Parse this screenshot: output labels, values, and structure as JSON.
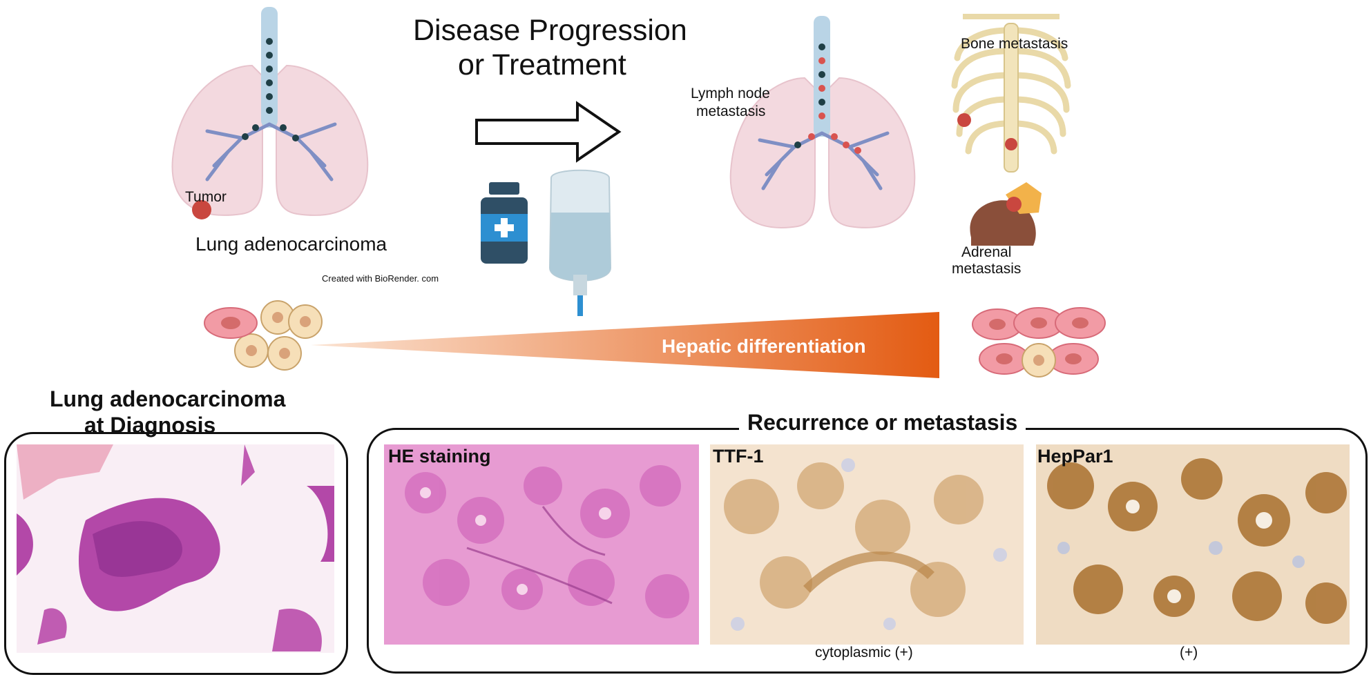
{
  "top": {
    "title_line1": "Disease Progression",
    "title_line2": "or Treatment",
    "tumor_label": "Tumor",
    "lung_label": "Lung adenocarcinoma",
    "credit": "Created with BioRender. com",
    "lymph_label_line1": "Lymph node",
    "lymph_label_line2": "metastasis",
    "bone_label": "Bone metastasis",
    "adrenal_label_line1": "Adrenal",
    "adrenal_label_line2": "metastasis",
    "wedge_label": "Hepatic differentiation"
  },
  "bottom": {
    "diagnosis_title_line1": "Lung adenocarcinoma",
    "diagnosis_title_line2": "at Diagnosis",
    "recurrence_title": "Recurrence or metastasis",
    "panels": [
      {
        "label": "HE staining",
        "caption": ""
      },
      {
        "label": "TTF-1",
        "caption": "cytoplasmic (+)"
      },
      {
        "label": "HepPar1",
        "caption": "(+)"
      }
    ]
  },
  "colors": {
    "lung_fill": "#f3d9df",
    "bronchi": "#7f8fc4",
    "trachea": "#b9d4e6",
    "node_dark": "#1f3f46",
    "node_red": "#d9534f",
    "tumor": "#c9473f",
    "wedge_start": "#fbe3d2",
    "wedge_end": "#e35b12",
    "he_stain": "#d673c0",
    "ihc_brown": "#b98649",
    "bottle": "#2f4f66",
    "bottle_label": "#2d8fd1",
    "iv_bag": "#aecbd9"
  }
}
